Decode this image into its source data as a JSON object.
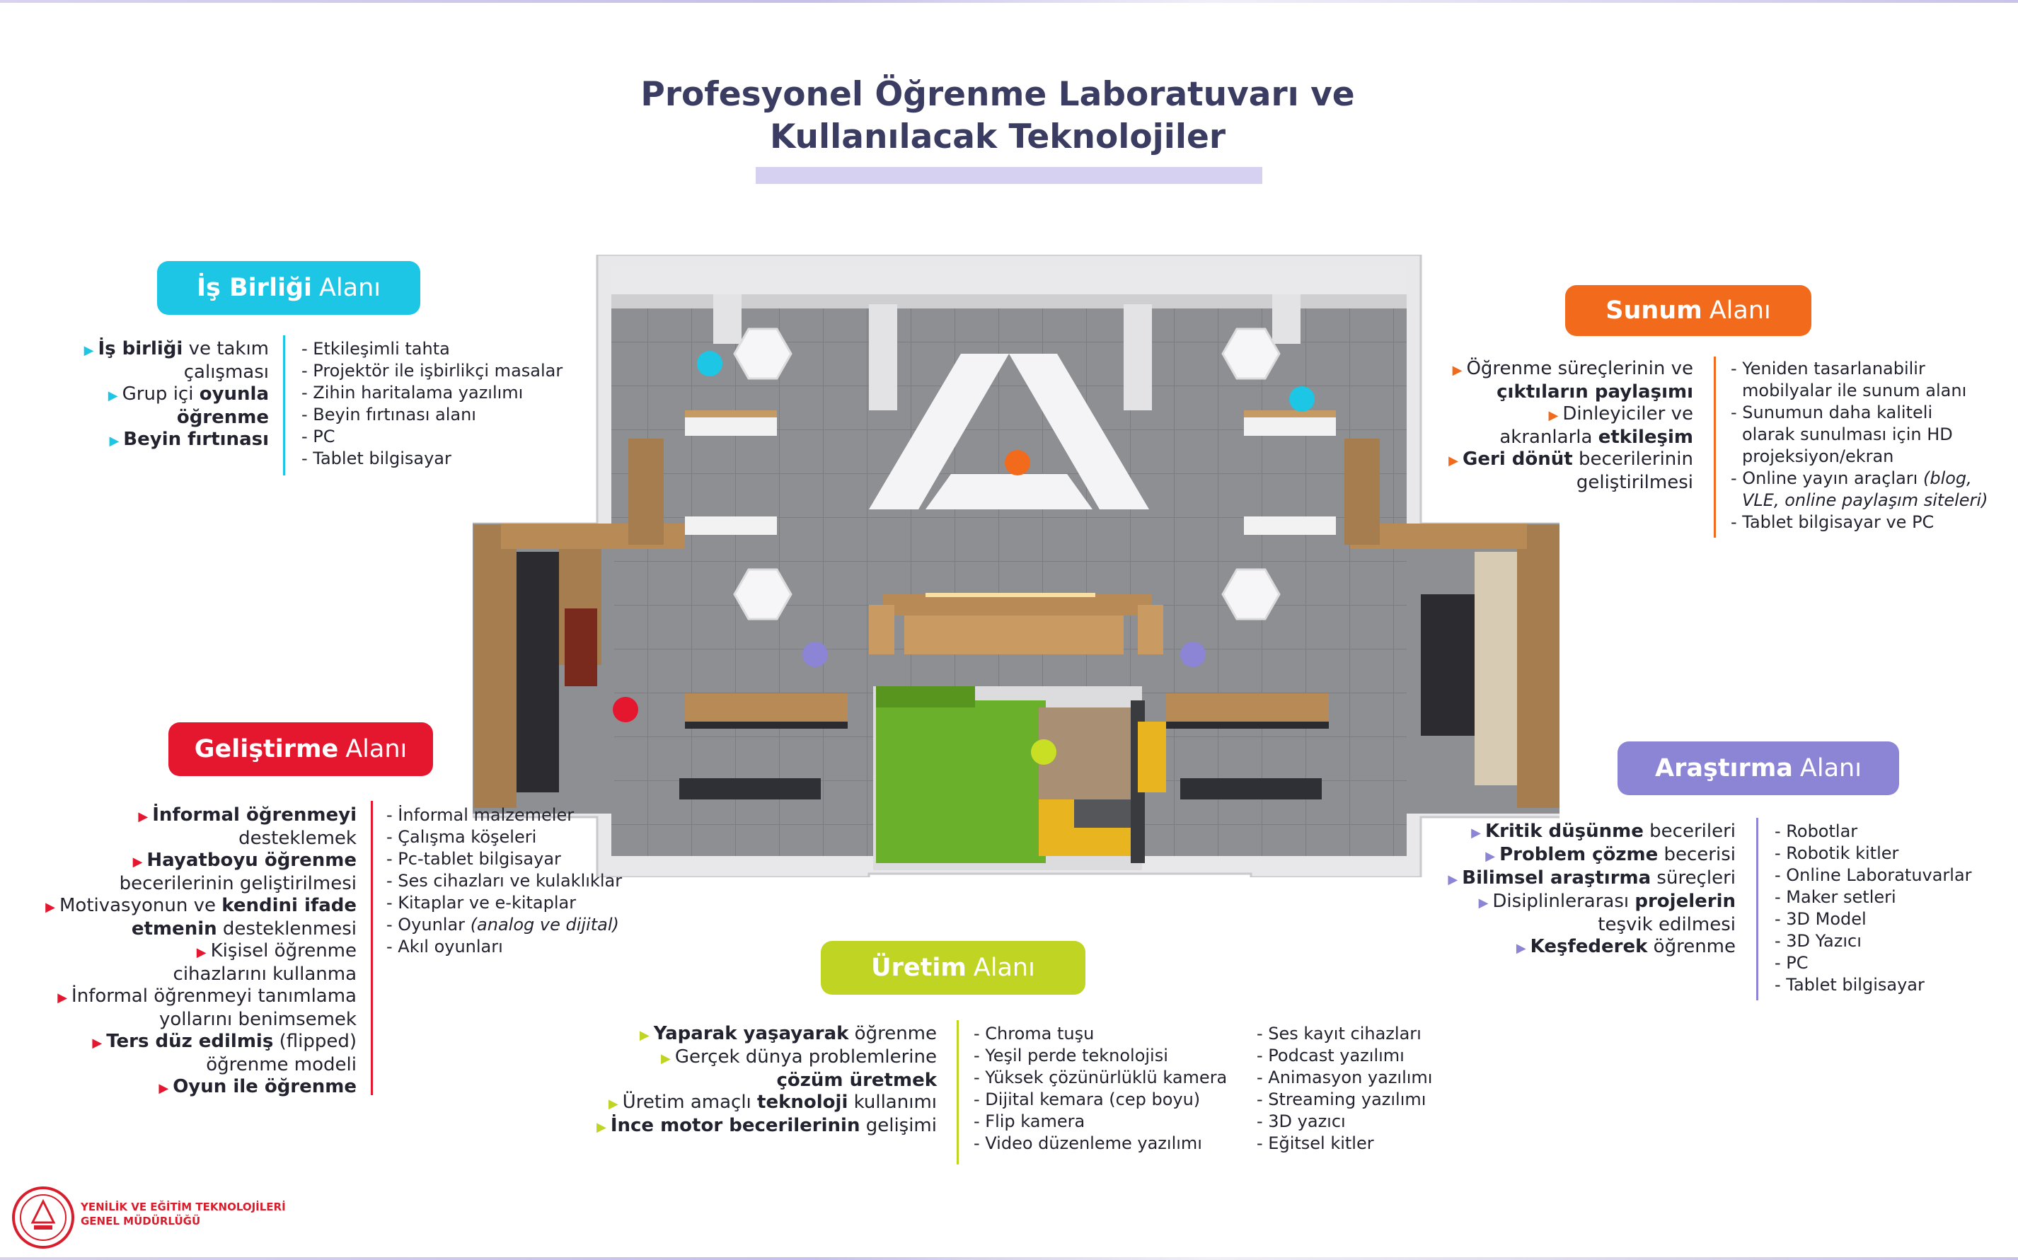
{
  "page": {
    "title_line1": "Profesyonel Öğrenme Laboratuvarı ve",
    "title_line2": "Kullanılacak Teknolojiler"
  },
  "colors": {
    "title": "#3b3c61",
    "is_birligi": "#1ec6e6",
    "sunum": "#f26b1c",
    "gelistirme": "#e5172f",
    "arastirma": "#8c84d4",
    "uretim": "#bfd423"
  },
  "areas": {
    "is_birligi": {
      "name_bold": "İş Birliği",
      "name_light": "Alanı",
      "goals": [
        {
          "parts": [
            {
              "t": "İş birliği",
              "b": true
            },
            {
              "t": " ve takım",
              "b": false
            }
          ]
        },
        {
          "parts": [
            {
              "t": "çalışması",
              "b": false
            }
          ],
          "noarrow": true
        },
        {
          "parts": [
            {
              "t": "Grup içi ",
              "b": false
            },
            {
              "t": "oyunla",
              "b": true
            }
          ]
        },
        {
          "parts": [
            {
              "t": "öğrenme",
              "b": true
            }
          ],
          "noarrow": true
        },
        {
          "parts": [
            {
              "t": "Beyin fırtınası",
              "b": true
            }
          ]
        }
      ],
      "tools": [
        "- Etkileşimli tahta",
        "- Projektör ile işbirlikçi masalar",
        "- Zihin haritalama yazılımı",
        "- Beyin fırtınası alanı",
        "- PC",
        "- Tablet bilgisayar"
      ]
    },
    "sunum": {
      "name_bold": "Sunum",
      "name_light": "Alanı",
      "goals": [
        {
          "parts": [
            {
              "t": "Öğrenme süreçlerinin ve",
              "b": false
            }
          ]
        },
        {
          "parts": [
            {
              "t": "çıktıların paylaşımı",
              "b": true
            }
          ],
          "noarrow": true
        },
        {
          "parts": [
            {
              "t": "Dinleyiciler ve",
              "b": false
            }
          ]
        },
        {
          "parts": [
            {
              "t": "akranlarla ",
              "b": false
            },
            {
              "t": "etkileşim",
              "b": true
            }
          ],
          "noarrow": true
        },
        {
          "parts": [
            {
              "t": "Geri dönüt",
              "b": true
            },
            {
              "t": " becerilerinin",
              "b": false
            }
          ]
        },
        {
          "parts": [
            {
              "t": "geliştirilmesi",
              "b": false
            }
          ],
          "noarrow": true
        }
      ],
      "tools": [
        "- Yeniden tasarlanabilir",
        "  mobilyalar ile sunum alanı",
        "- Sunumun daha kaliteli",
        "  olarak sunulması için HD",
        "  projeksiyon/ekran",
        "- Online yayın araçları ",
        "- Tablet bilgisayar ve PC"
      ],
      "tools_italic_a": "(blog,",
      "tools_italic_b": "VLE, online paylaşım siteleri)"
    },
    "gelistirme": {
      "name_bold": "Geliştirme",
      "name_light": "Alanı",
      "goals": [
        {
          "parts": [
            {
              "t": "İnformal öğrenmeyi",
              "b": true
            }
          ]
        },
        {
          "parts": [
            {
              "t": "desteklemek",
              "b": false
            }
          ],
          "noarrow": true
        },
        {
          "parts": [
            {
              "t": "Hayatboyu öğrenme",
              "b": true
            }
          ]
        },
        {
          "parts": [
            {
              "t": "becerilerinin geliştirilmesi",
              "b": false
            }
          ],
          "noarrow": true
        },
        {
          "parts": [
            {
              "t": "Motivasyonun ve ",
              "b": false
            },
            {
              "t": "kendini ifade",
              "b": true
            }
          ]
        },
        {
          "parts": [
            {
              "t": "etmenin",
              "b": true
            },
            {
              "t": " desteklenmesi",
              "b": false
            }
          ],
          "noarrow": true
        },
        {
          "parts": [
            {
              "t": "Kişisel öğrenme",
              "b": false
            }
          ]
        },
        {
          "parts": [
            {
              "t": "cihazlarını kullanma",
              "b": false
            }
          ],
          "noarrow": true
        },
        {
          "parts": [
            {
              "t": "İnformal öğrenmeyi tanımlama",
              "b": false
            }
          ]
        },
        {
          "parts": [
            {
              "t": "yollarını benimsemek",
              "b": false
            }
          ],
          "noarrow": true
        },
        {
          "parts": [
            {
              "t": "Ters düz edilmiş",
              "b": true
            },
            {
              "t": " (flipped)",
              "b": false
            }
          ]
        },
        {
          "parts": [
            {
              "t": "öğrenme modeli",
              "b": false
            }
          ],
          "noarrow": true
        },
        {
          "parts": [
            {
              "t": "Oyun ile öğrenme",
              "b": true
            }
          ]
        }
      ],
      "tools": [
        "- İnformal malzemeler",
        "- Çalışma köşeleri",
        "- Pc-tablet bilgisayar",
        "- Ses cihazları ve kulaklıklar",
        "- Kitaplar ve e-kitaplar",
        "- Oyunlar ",
        "- Akıl oyunları"
      ],
      "tools_italic": "(analog ve dijital)"
    },
    "arastirma": {
      "name_bold": "Araştırma",
      "name_light": "Alanı",
      "goals": [
        {
          "parts": [
            {
              "t": "Kritik düşünme",
              "b": true
            },
            {
              "t": " becerileri",
              "b": false
            }
          ]
        },
        {
          "parts": [
            {
              "t": "Problem çözme",
              "b": true
            },
            {
              "t": " becerisi",
              "b": false
            }
          ]
        },
        {
          "parts": [
            {
              "t": "Bilimsel araştırma",
              "b": true
            },
            {
              "t": " süreçleri",
              "b": false
            }
          ]
        },
        {
          "parts": [
            {
              "t": "Disiplinlerarası ",
              "b": false
            },
            {
              "t": "projelerin",
              "b": true
            }
          ]
        },
        {
          "parts": [
            {
              "t": "teşvik edilmesi",
              "b": false
            }
          ],
          "noarrow": true
        },
        {
          "parts": [
            {
              "t": "Keşfederek",
              "b": true
            },
            {
              "t": " öğrenme",
              "b": false
            }
          ]
        }
      ],
      "tools": [
        "- Robotlar",
        "- Robotik kitler",
        "- Online Laboratuvarlar",
        "- Maker setleri",
        "- 3D Model",
        "- 3D Yazıcı",
        "- PC",
        "- Tablet bilgisayar"
      ]
    },
    "uretim": {
      "name_bold": "Üretim",
      "name_light": "Alanı",
      "goals": [
        {
          "parts": [
            {
              "t": "Yaparak yaşayarak",
              "b": true
            },
            {
              "t": " öğrenme",
              "b": false
            }
          ]
        },
        {
          "parts": [
            {
              "t": "Gerçek dünya problemlerine",
              "b": false
            }
          ]
        },
        {
          "parts": [
            {
              "t": "çözüm üretmek",
              "b": true
            }
          ],
          "noarrow": true
        },
        {
          "parts": [
            {
              "t": "Üretim amaçlı ",
              "b": false
            },
            {
              "t": "teknoloji",
              "b": true
            },
            {
              "t": " kullanımı",
              "b": false
            }
          ]
        },
        {
          "parts": [
            {
              "t": "İnce motor becerilerinin",
              "b": true
            },
            {
              "t": " gelişimi",
              "b": false
            }
          ]
        }
      ],
      "tools_a": [
        "- Chroma tuşu",
        "- Yeşil perde teknolojisi",
        "- Yüksek çözünürlüklü kamera",
        "- Dijital kemara (cep boyu)",
        "- Flip kamera",
        "- Video düzenleme yazılımı"
      ],
      "tools_b": [
        "- Ses kayıt cihazları",
        "- Podcast yazılımı",
        "- Animasyon yazılımı",
        "- Streaming yazılımı",
        "- 3D yazıcı",
        "- Eğitsel kitler"
      ]
    }
  },
  "footer": {
    "org_line1": "YENİLİK VE EĞİTİM TEKNOLOJİLERİ",
    "org_line2": "GENEL MÜDÜRLÜĞÜ"
  }
}
